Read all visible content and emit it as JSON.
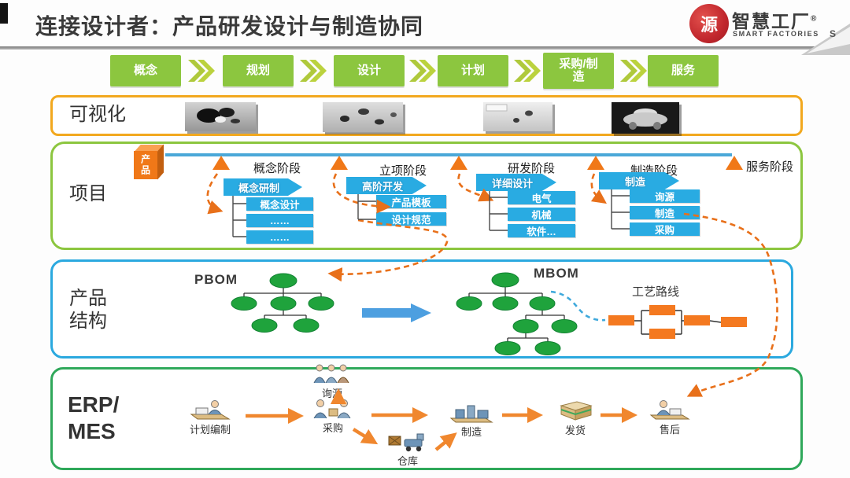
{
  "title": "连接设计者：产品研发设计与制造协同",
  "logo": {
    "seal_char": "源",
    "brand": "智慧工厂",
    "reg": "®",
    "subtitle": "SMART FACTORIES",
    "curl_text": "S"
  },
  "flow": {
    "steps": [
      "概念",
      "规划",
      "设计",
      "计划",
      "采购/制造",
      "服务"
    ]
  },
  "visualization": {
    "label": "可视化"
  },
  "project": {
    "label": "项目",
    "cube_label": "产品",
    "stages": [
      {
        "name": "概念阶段",
        "arrow": "概念研制",
        "items": [
          "概念设计",
          "……",
          "……"
        ]
      },
      {
        "name": "立项阶段",
        "arrow": "高阶开发",
        "items": [
          "产品模板",
          "设计规范"
        ]
      },
      {
        "name": "研发阶段",
        "arrow": "详细设计",
        "items": [
          "电气",
          "机械",
          "软件…"
        ]
      },
      {
        "name": "制造阶段",
        "arrow": "制造",
        "items": [
          "询源",
          "制造",
          "采购"
        ]
      },
      {
        "name": "服务阶段"
      }
    ]
  },
  "product_structure": {
    "label_line1": "产品",
    "label_line2": "结构",
    "pbom_label": "PBOM",
    "mbom_label": "MBOM",
    "route_label": "工艺路线"
  },
  "erp_mes": {
    "label_line1": "ERP/",
    "label_line2": "MES",
    "sourcing_label": "询源",
    "steps": [
      "计划编制",
      "采购",
      "仓库",
      "制造",
      "发货",
      "售后"
    ]
  },
  "colors": {
    "flow_green": "#8CC63F",
    "chevron_green": "#AFC93C",
    "stage_blue": "#29ABE2",
    "accent_orange": "#F07818",
    "dashed_orange": "#E8701A",
    "viz_border": "#F2A81E",
    "project_border": "#8CC63F",
    "structure_border": "#2BA9DF",
    "erp_border": "#2FA85A",
    "timeline_blue": "#4AA8D8",
    "node_green": "#1FA33C",
    "route_orange": "#F47920",
    "logo_red": "#C1272D"
  }
}
